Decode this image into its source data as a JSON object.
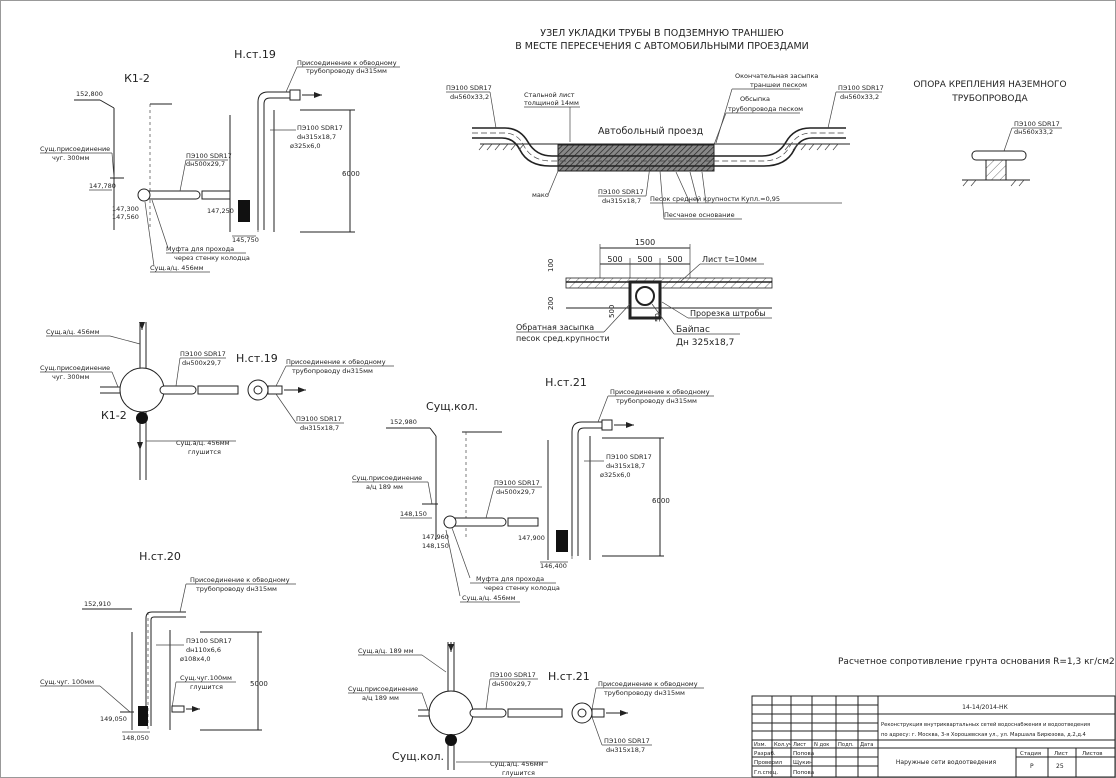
{
  "titles": {
    "main": "УЗЕЛ УКЛАДКИ ТРУБЫ В ПОДЗЕМНУЮ ТРАНШЕЮ",
    "main2": "В МЕСТЕ ПЕРЕСЕЧЕНИЯ С АВТОМОБИЛЬНЫМИ ПРОЕЗДАМИ",
    "support": "ОПОРА КРЕПЛЕНИЯ НАЗЕМНОГО",
    "support2": "ТРУБОПРОВОДА",
    "road": "Автобольный проезд"
  },
  "stations": {
    "k12": "К1-2",
    "nst19": "Н.ст.19",
    "nst20": "Н.ст.20",
    "nst21": "Н.ст.21",
    "sushkol": "Сущ.кол.",
    "sushkol2": "Сущ.кол."
  },
  "labels": {
    "connect": "Присоединение к обводному",
    "connect2": "трубопроводу dн315мм",
    "pe100_17": "ПЭ100 SDR17",
    "d315": "dн315x18,7",
    "d325": "ø325x6,0",
    "d500": "dн500x29,7",
    "d560": "dн560x33,2",
    "d110": "dн110x6,6",
    "d108": "ø108x4,0",
    "sushconn": "Сущ.присоединение",
    "chug300": "чуг. 300мм",
    "mufta": "Муфта для прохода",
    "mufta2": "через стенку колодца",
    "ac456": "Сущ.а/ц. 456мм",
    "ac456b": "Сущ.а/ц. 456мм",
    "glush": "глушится",
    "ac189": "Сущ.а/ц. 189 мм",
    "ac189b": "а/ц 189 мм",
    "chug100": "Сущ.чуг. 100мм",
    "chug100b": "Сущ.чуг.100мм",
    "steel": "Стальной лист",
    "steel2": "толщиной 14мм",
    "final": "Окончательная засыпка",
    "final2": "траншеи песком",
    "obsypka": "Обсыпка",
    "obsypka2": "трубопровода песком",
    "sand": "Песок средней крупности Купл.=0,95",
    "base": "Песчаное основание",
    "mako": "мако",
    "list": "Лист t=10мм",
    "prorez": "Прорезка штробы",
    "back": "Обратная засыпка",
    "back2": "песок сред.крупности",
    "bypass": "Байпас",
    "bypass2": "Дн 325x18,7",
    "resist": "Расчетное сопротивление грунта основания R=1,3 кг/см2"
  },
  "dims": {
    "d1500": "1500",
    "d500a": "500",
    "d500b": "500",
    "d500c": "500",
    "d100": "100",
    "d200": "200",
    "d500v": "500",
    "d50": "50",
    "h6000a": "6000",
    "h6000b": "6000",
    "h5000": "5000"
  },
  "marks": {
    "m152_800": "152,800",
    "m147_780": "147,780",
    "m147_300": "147,300",
    "m147_560": "147,560",
    "m147_250": "147,250",
    "m145_750": "145,750",
    "m152_980": "152,980",
    "m148_150": "148,150",
    "m147_960": "147,960",
    "m148_150b": "148,150",
    "m147_900": "147,900",
    "m146_400": "146,400",
    "m152_910": "152,910",
    "m149_050": "149,050",
    "m148_050": "148,050"
  },
  "stamp": {
    "code": "14-14/2014-НК",
    "desc1": "Реконструкция внутриквартальных сетей водоснабжения и водоотведения",
    "desc2": "по адресу: г. Москва, 3-я Хорошевская ул., ул. Маршала Бирюзова, д.2,д.4",
    "sheet_title": "Наружные сети водоотведения",
    "h_izm": "Изм.",
    "h_kol": "Кол.уч",
    "h_list": "Лист",
    "h_doc": "N док",
    "h_podp": "Подп.",
    "h_date": "Дата",
    "r1": "Разраб.",
    "r1n": "Попова",
    "r2": "Проверил",
    "r2n": "Щукин",
    "r3": "Гл.спец.",
    "r3n": "Попова",
    "stage_h": "Стадия",
    "list_h": "Лист",
    "lists_h": "Листов",
    "stage": "Р",
    "list": "25"
  }
}
